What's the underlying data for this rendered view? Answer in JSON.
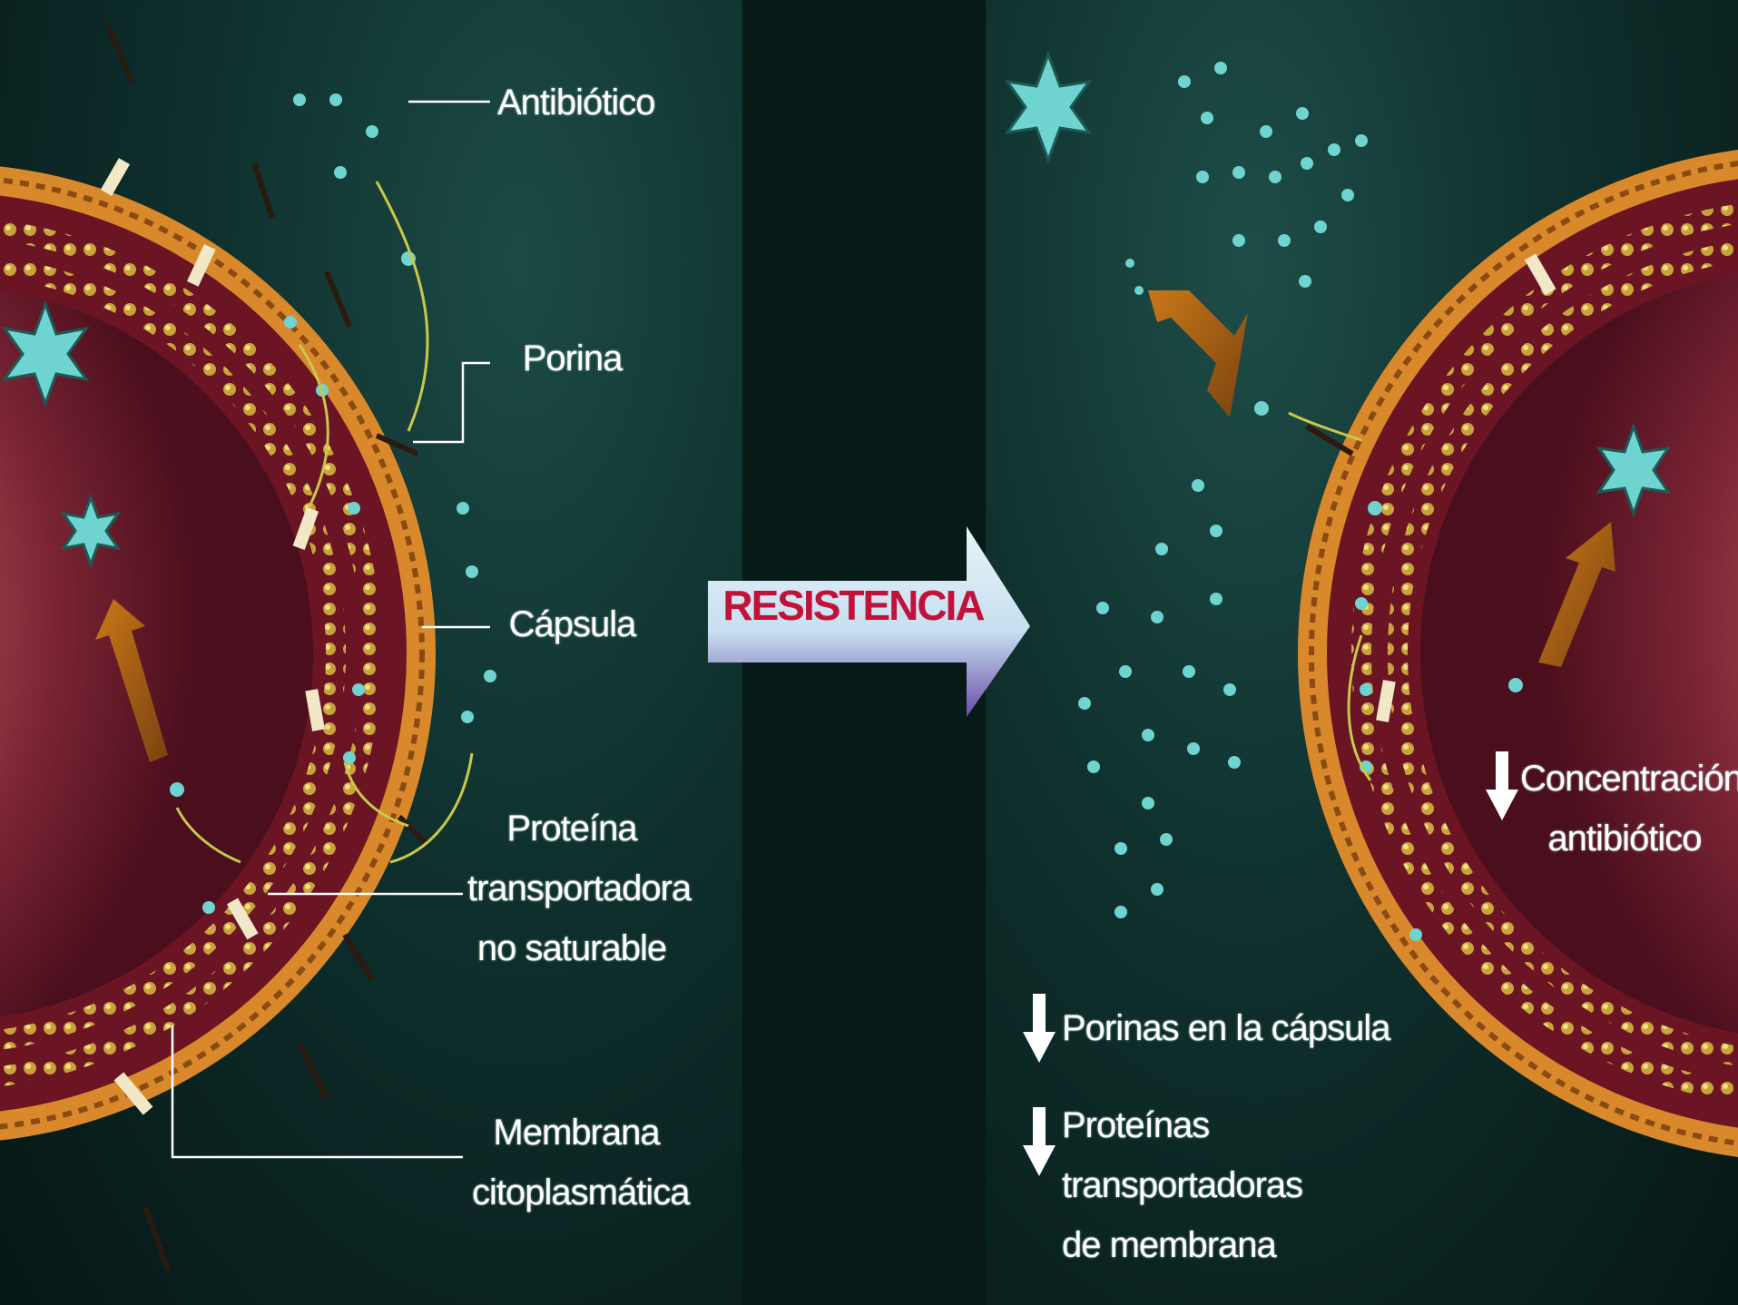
{
  "left_panel": {
    "labels": {
      "antibiotic": "Antibiótico",
      "porin": "Porina",
      "capsule": "Cápsula",
      "transport_protein": [
        "Proteína",
        "transportadora",
        "no saturable"
      ],
      "membrane": [
        "Membrana",
        "citoplasmática"
      ]
    }
  },
  "center": {
    "arrow_label": "RESISTENCIA"
  },
  "right_panel": {
    "concentration_label": [
      "Concentración",
      "antibiótico"
    ],
    "legend": {
      "porins": "Porinas en la cápsula",
      "transport": [
        "Proteínas transportadoras",
        "de membrana"
      ]
    }
  },
  "colors": {
    "background": "#0e2f2c",
    "antibiotic": "#6fd3cf",
    "capsule": "#d9892b",
    "cell_body": "#8a2f3a",
    "arrow_text": "#c1123a"
  }
}
